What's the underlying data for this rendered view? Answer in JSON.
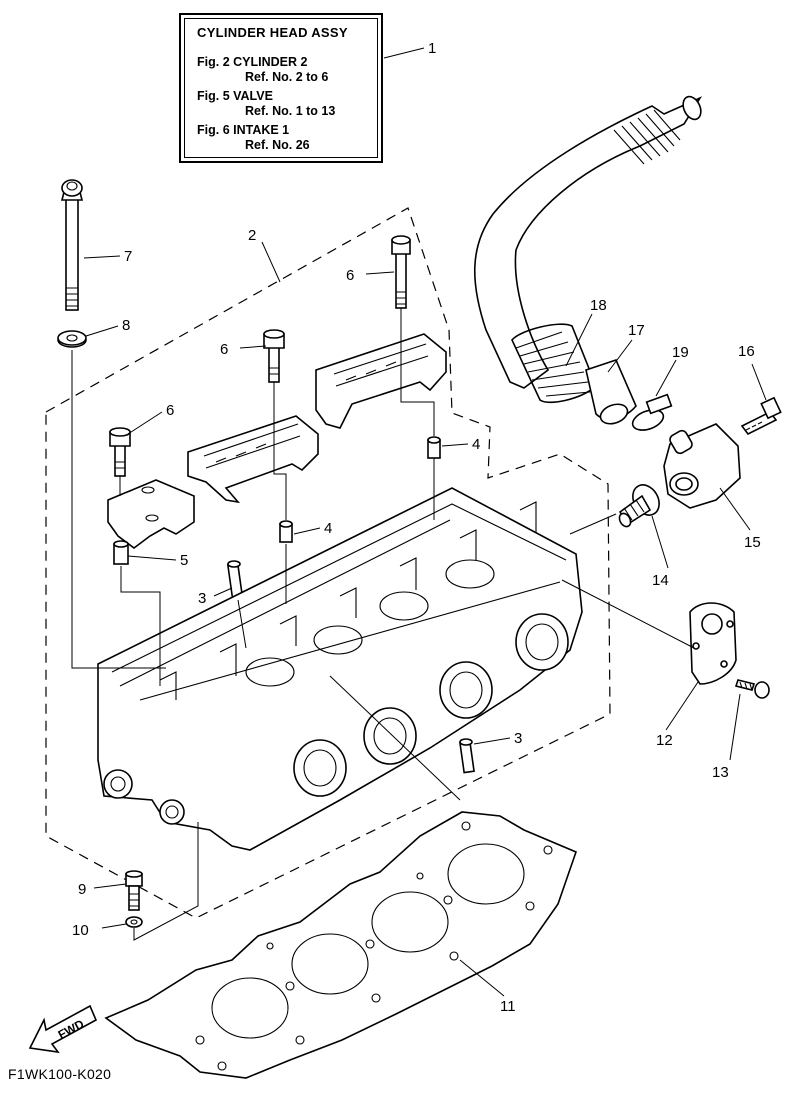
{
  "legend": {
    "title": "CYLINDER HEAD ASSY",
    "lines": [
      {
        "fig": "Fig. 2 CYLINDER 2",
        "ref": "Ref. No. 2 to 6"
      },
      {
        "fig": "Fig. 5 VALVE",
        "ref": "Ref. No. 1 to 13"
      },
      {
        "fig": "Fig. 6 INTAKE 1",
        "ref": "Ref. No. 26"
      }
    ]
  },
  "callouts": {
    "c1": "1",
    "c2": "2",
    "c3a": "3",
    "c3b": "3",
    "c4a": "4",
    "c4b": "4",
    "c5": "5",
    "c6a": "6",
    "c6b": "6",
    "c6c": "6",
    "c7": "7",
    "c8": "8",
    "c9": "9",
    "c10": "10",
    "c11": "11",
    "c12": "12",
    "c13": "13",
    "c14": "14",
    "c15": "15",
    "c16": "16",
    "c17": "17",
    "c18": "18",
    "c19": "19"
  },
  "fwd_label": "FWD",
  "figure_code": "F1WK100-K020"
}
